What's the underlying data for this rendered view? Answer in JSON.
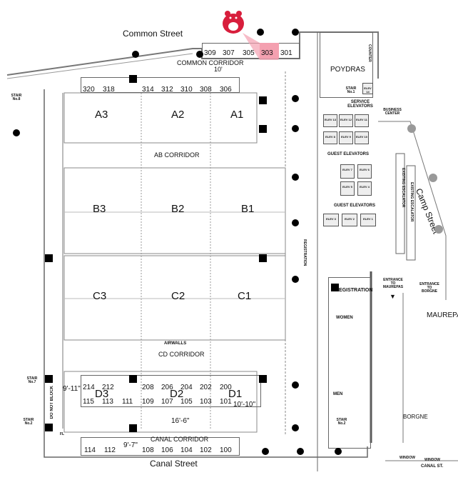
{
  "streets": {
    "common": "Common Street",
    "canal": "Canal Street",
    "camp": "Camp Street",
    "canal_st": "CANAL ST."
  },
  "highlight": {
    "room": "303",
    "color": "#f4a0b0",
    "marker_icon": "red-bear-mascot-icon",
    "marker_color": "#d81e3c"
  },
  "rooms_top": [
    "309",
    "307",
    "305",
    "303",
    "301"
  ],
  "rooms_a_row": [
    "320",
    "318",
    "314",
    "312",
    "310",
    "308",
    "306"
  ],
  "halls": {
    "a": [
      "A3",
      "A2",
      "A1"
    ],
    "b": [
      "B3",
      "B2",
      "B1"
    ],
    "c": [
      "C3",
      "C2",
      "C1"
    ],
    "d": [
      "D3",
      "D2",
      "D1"
    ]
  },
  "corridors": {
    "common": "COMMON CORRIDOR",
    "ab": "AB CORRIDOR",
    "cd": "CD CORRIDOR",
    "canal": "CANAL CORRIDOR"
  },
  "dimensions": {
    "common": "10'",
    "d_left": "9'-11\"",
    "d_right": "10'-10\"",
    "d_below": "16'-6\"",
    "canal": "9'-7\""
  },
  "rooms_d_top": [
    "214",
    "212",
    "208",
    "206",
    "204",
    "202",
    "200"
  ],
  "rooms_d_bottom": [
    "115",
    "113",
    "111",
    "109",
    "107",
    "105",
    "103",
    "101"
  ],
  "rooms_canal": [
    "114",
    "112",
    "108",
    "106",
    "104",
    "102",
    "100"
  ],
  "areas": {
    "poydras": "POYDRAS",
    "counter": "COUNTER",
    "service_elevators": "SERVICE ELEVATORS",
    "business_center": "BUSINESS CENTER",
    "guest_elevators_1": "GUEST ELEVATORS",
    "guest_elevators_2": "GUEST ELEVATORS",
    "registration": "REGISTRATION",
    "entrance_maurepas": "ENTRANCE TO MAUREPAS",
    "entrance_borgne": "ENTRANCE TO BORGNE",
    "maurepas": "MAUREPA",
    "women": "WOMEN",
    "men": "MEN",
    "borgne": "BORGNE",
    "do_not_block": "DO NOT BLOCK",
    "stair1": "STAIR No.1",
    "stair2": "STAIR No.2",
    "stair7": "STAIR No.7",
    "stair8": "STAIR No.8",
    "airwalls": "AIRWALLS",
    "fl": "FL",
    "window": "WINDOW",
    "exist_escalator": "EXISTING ESCALATOR",
    "registration_booth": "REGISTRATION"
  },
  "elevators": [
    "ELEV 14",
    "ELEV 13",
    "ELEV 12",
    "ELEV 11",
    "ELEV 8",
    "ELEV 9",
    "ELEV 10",
    "ELEV 7",
    "ELEV 6",
    "ELEV 5",
    "ELEV 4",
    "ELEV 3",
    "ELEV 2",
    "ELEV 1"
  ]
}
